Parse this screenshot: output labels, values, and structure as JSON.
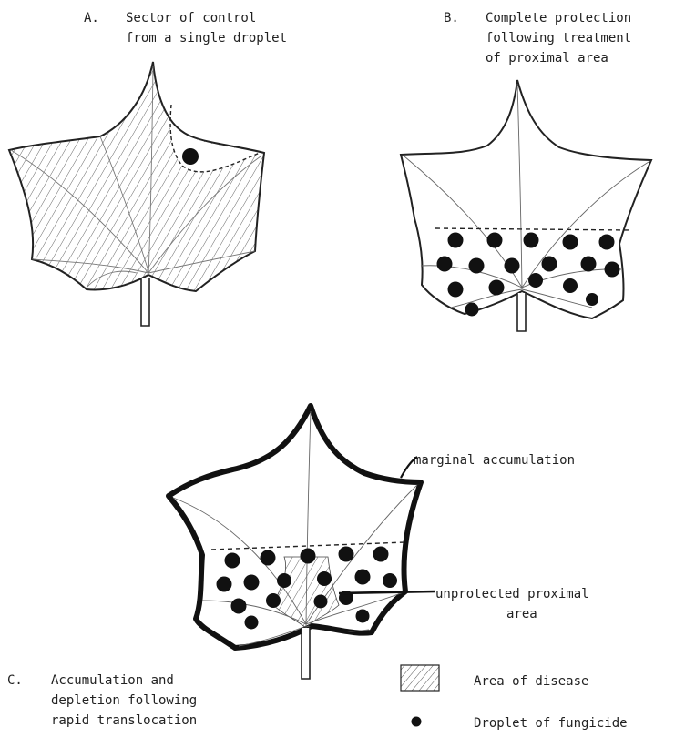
{
  "panel_a": {
    "letter": "A.",
    "line1": "Sector of control",
    "line2": "from a single droplet"
  },
  "panel_b": {
    "letter": "B.",
    "line1": "Complete protection",
    "line2": "following treatment",
    "line3": "of proximal area"
  },
  "panel_c": {
    "letter": "C.",
    "line1": "Accumulation and",
    "line2": "depletion following",
    "line3": "rapid translocation",
    "callout_margin": "marginal accumulation",
    "callout_unprotected_1": "unprotected proximal",
    "callout_unprotected_2": "area"
  },
  "legend": {
    "disease": "Area of disease",
    "droplet": "Droplet of fungicide"
  }
}
